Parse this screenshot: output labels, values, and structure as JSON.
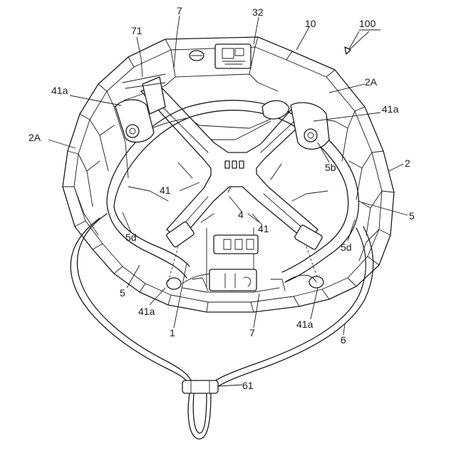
{
  "figure": {
    "labels": {
      "l100": "100",
      "l10": "10",
      "l32": "32",
      "l7_top": "7",
      "l71": "71",
      "l41a_top_left": "41a",
      "l2A_left": "2A",
      "l2A_right": "2A",
      "l41a_right": "41a",
      "l5b": "5b",
      "l2": "2",
      "l41_left": "41",
      "l4": "4",
      "l41_center": "41",
      "l5_right": "5",
      "l5d_left": "5d",
      "l5d_right": "5d",
      "l5_left": "5",
      "l41a_bottom_left": "41a",
      "l1": "1",
      "l7_bottom": "7",
      "l41a_bottom_right": "41a",
      "l6": "6",
      "l61": "61"
    }
  }
}
